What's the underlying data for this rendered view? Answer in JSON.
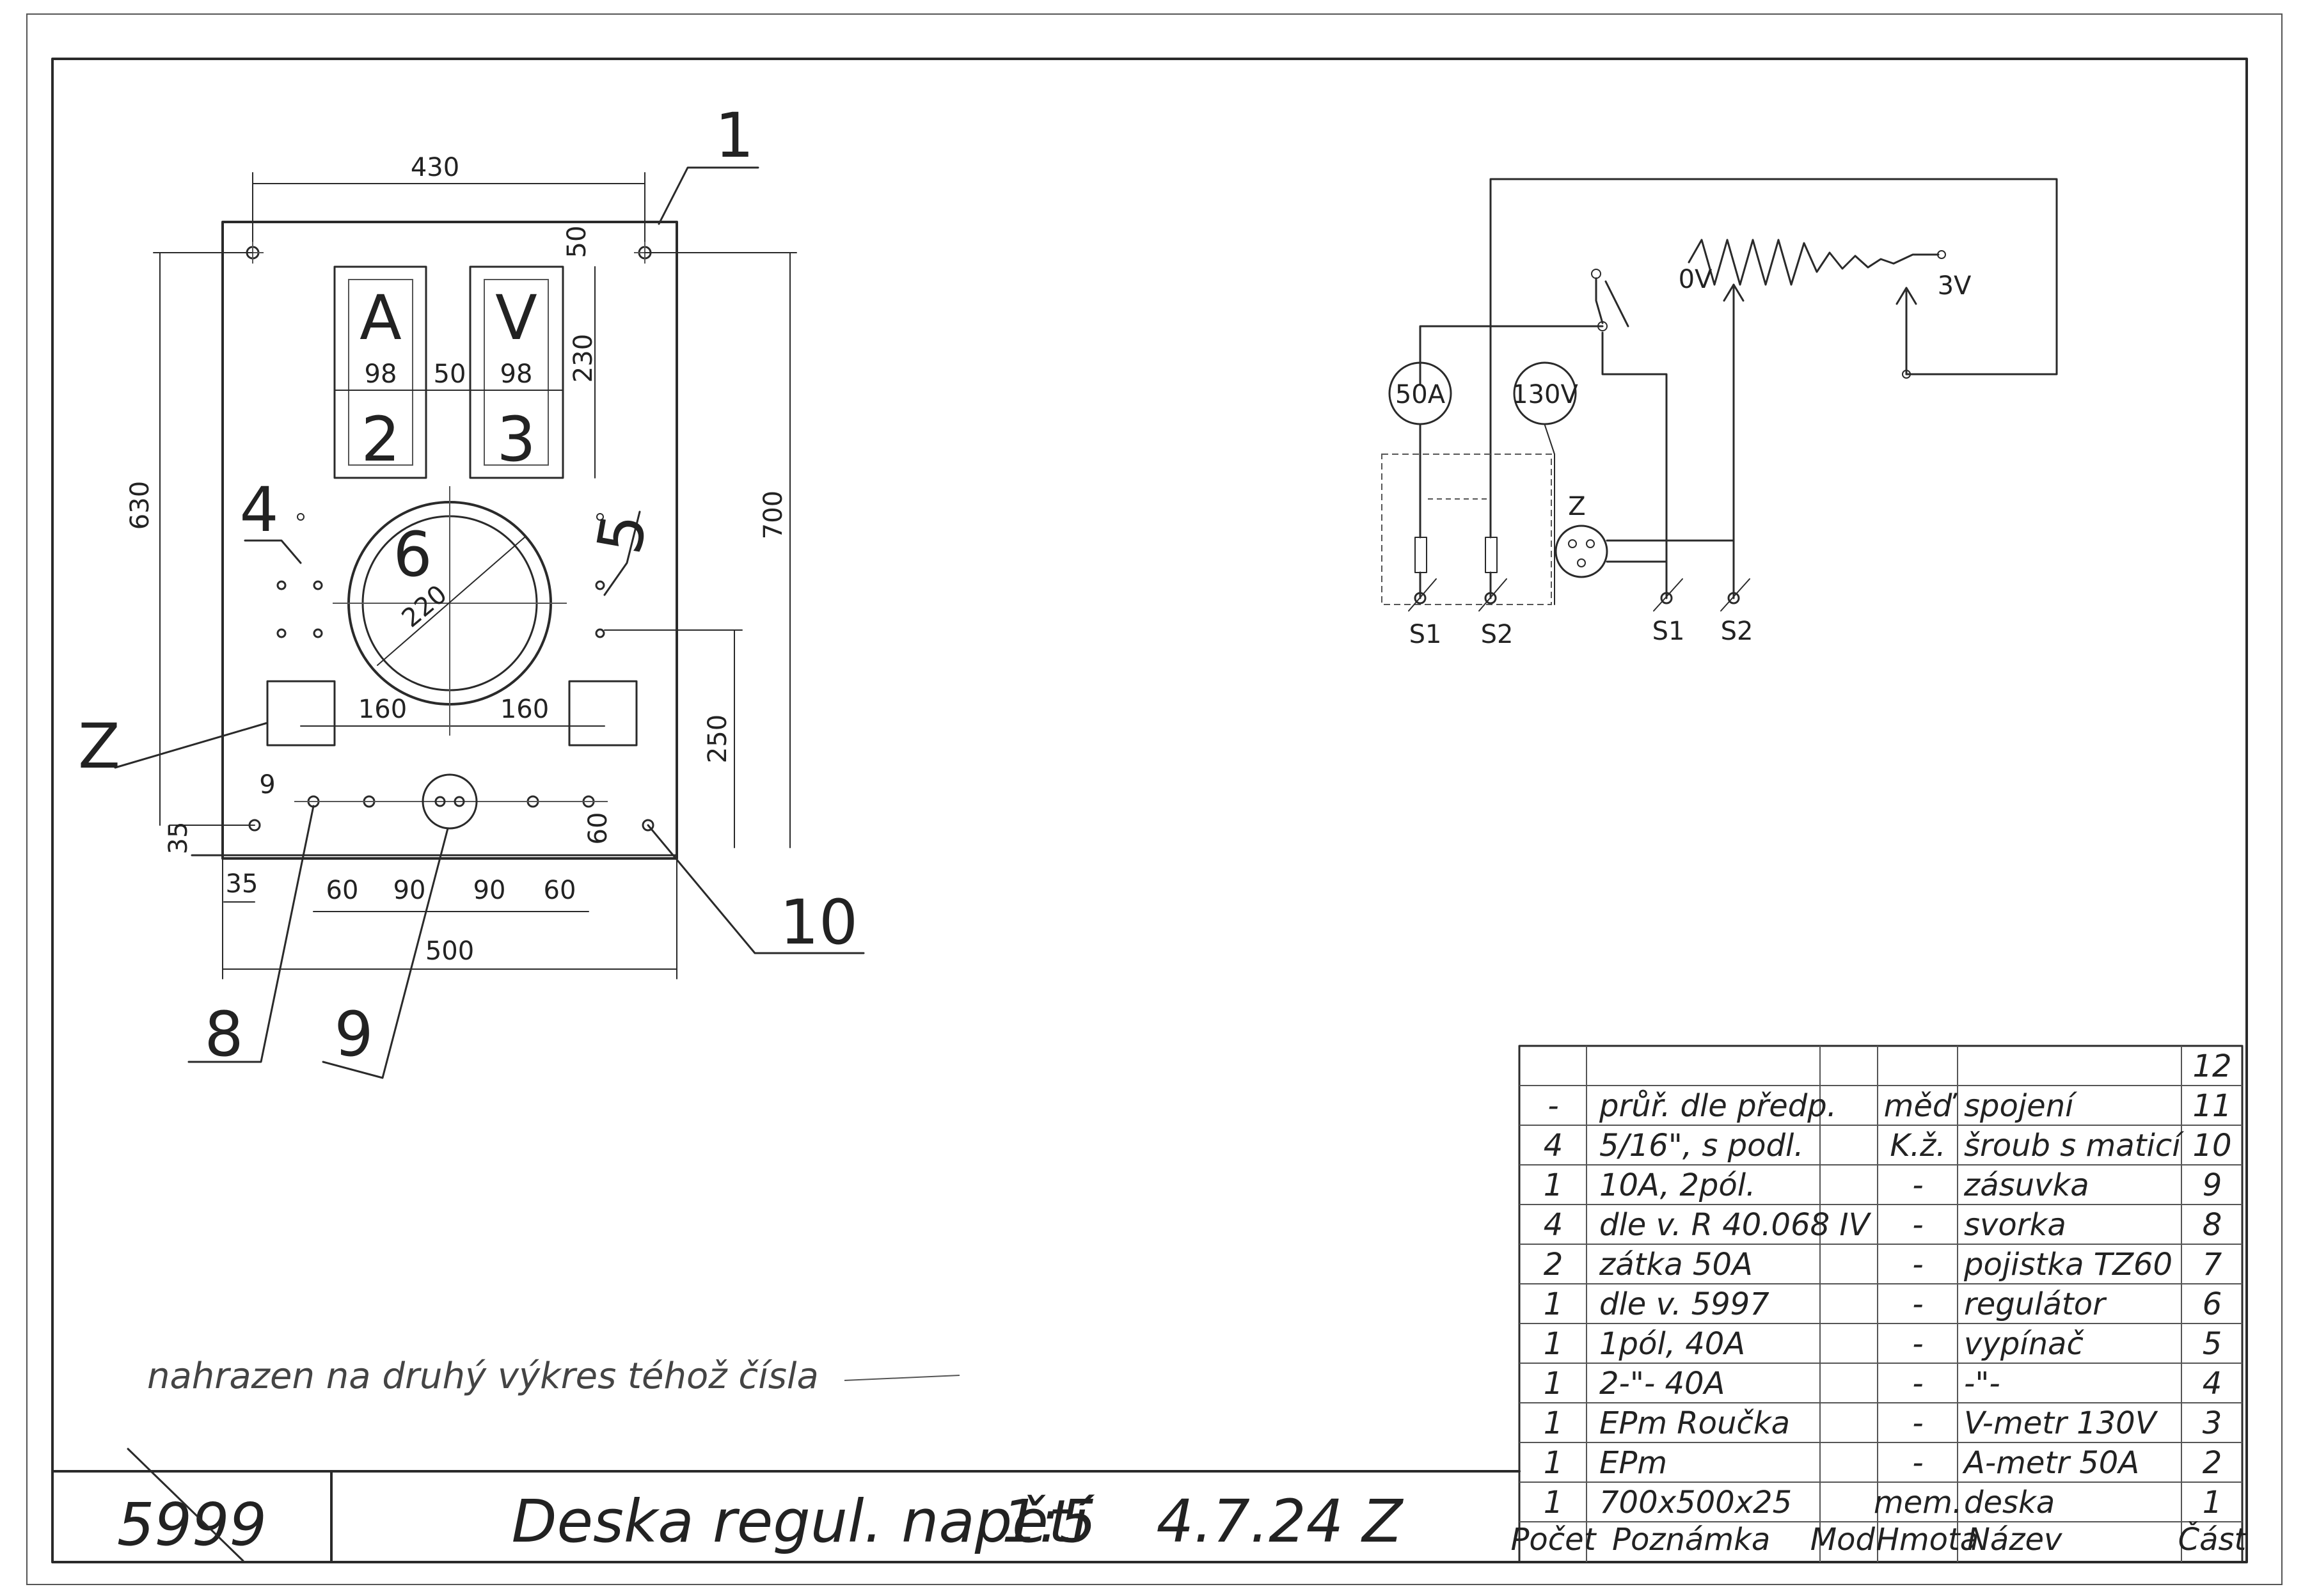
{
  "drawing": {
    "number": "5999",
    "title": "Deska regul. napětí",
    "scale": "1:5",
    "date": "4.7.24 Z",
    "note": "nahrazen na druhý výkres téhož čísla"
  },
  "plate": {
    "dimensions": {
      "width_total": "430",
      "plate_width": "500",
      "height_total": "700",
      "height_630": "630",
      "d50_top": "50",
      "meter_height": "230",
      "meter_width_a": "98",
      "meter_gap": "50",
      "meter_width_v": "98",
      "regulator_dia": "220",
      "half_span_left": "160",
      "half_span_right": "160",
      "d250": "250",
      "d35_v": "35",
      "d35_h": "35",
      "d60_right": "60",
      "bottom_60a": "60",
      "bottom_90a": "90",
      "bottom_90b": "90",
      "bottom_60b": "60",
      "hole_dia": "9"
    },
    "meters": [
      {
        "symbol": "A",
        "number": "2"
      },
      {
        "symbol": "V",
        "number": "3"
      }
    ],
    "callouts": {
      "c1": "1",
      "c4": "4",
      "c5": "5",
      "c6": "6",
      "c8": "8",
      "c9": "9",
      "c10": "10",
      "cZ": "Z"
    }
  },
  "schematic": {
    "ammeter": "50A",
    "voltmeter": "130V",
    "label_0v": "0V",
    "label_3v": "3V",
    "socket": "Z",
    "terminals": [
      "S1",
      "S2",
      "S1",
      "S2"
    ]
  },
  "bom": {
    "headers": {
      "count": "Počet",
      "note": "Poznámka",
      "mod": "Mod.",
      "material": "Hmota",
      "name": "Název",
      "part": "Část"
    },
    "rows": [
      {
        "count": "",
        "note": "",
        "material": "",
        "name": "",
        "part": "12"
      },
      {
        "count": "-",
        "note": "průř. dle předp.",
        "material": "měď",
        "name": "spojení",
        "part": "11"
      },
      {
        "count": "4",
        "note": "5/16\", s podl.",
        "material": "K.ž.",
        "name": "šroub s maticí",
        "part": "10"
      },
      {
        "count": "1",
        "note": "10A, 2pól.",
        "material": "-",
        "name": "zásuvka",
        "part": "9"
      },
      {
        "count": "4",
        "note": "dle v. R 40.068 IV",
        "material": "-",
        "name": "svorka",
        "part": "8"
      },
      {
        "count": "2",
        "note": "zátka 50A",
        "material": "-",
        "name": "pojistka TZ60",
        "part": "7"
      },
      {
        "count": "1",
        "note": "dle v. 5997",
        "material": "-",
        "name": "regulátor",
        "part": "6"
      },
      {
        "count": "1",
        "note": "1pól, 40A",
        "material": "-",
        "name": "vypínač",
        "part": "5"
      },
      {
        "count": "1",
        "note": "2-\"- 40A",
        "material": "-",
        "name": "-\"-",
        "part": "4"
      },
      {
        "count": "1",
        "note": "EPm Roučka",
        "material": "-",
        "name": "V-metr 130V",
        "part": "3"
      },
      {
        "count": "1",
        "note": "EPm",
        "material": "-",
        "name": "A-metr 50A",
        "part": "2"
      },
      {
        "count": "1",
        "note": "700x500x25",
        "material": "mem.",
        "name": "deska",
        "part": "1"
      }
    ]
  }
}
